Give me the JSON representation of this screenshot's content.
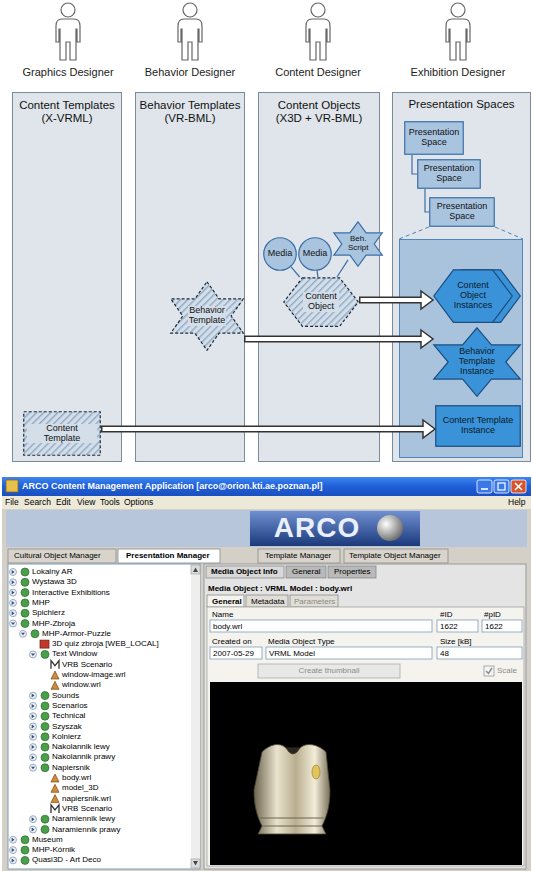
{
  "diagram": {
    "nodes": [
      {
        "text": [
          "Content Templates (X-VRML)"
        ]
      },
      {
        "text": [
          "Content Template"
        ],
        "in": 0
      },
      {
        "text": [
          "Behavior Templates (VR-BML)"
        ]
      },
      {
        "text": [
          "Behavior Template"
        ],
        "in": 2
      },
      {
        "text": [
          "Content Objects (X3D + VR-BML)"
        ]
      },
      {
        "text": [
          "Media"
        ],
        "in": 4
      },
      {
        "text": [
          "Media"
        ],
        "in": 4
      },
      {
        "text": [
          "Beh. Script"
        ],
        "in": 4
      },
      {
        "text": [
          "Content Object"
        ],
        "in": 4
      },
      {
        "text": [
          "Presentation Spaces"
        ]
      },
      {
        "text": [
          "Presentation Space"
        ],
        "in": 9
      },
      {
        "text": [
          "Presentation Space"
        ],
        "in": 9
      },
      {
        "text": [
          "Presentation Space"
        ],
        "in": 9
      },
      {
        "text": [
          "Content Object Instances"
        ],
        "in": 9
      },
      {
        "text": [
          "Behavior Template Instance"
        ],
        "in": 9
      },
      {
        "text": [
          "Content Template Instance"
        ],
        "in": 9
      }
    ],
    "edges": [
      {
        "from": 5,
        "to": 8,
        "arrow": "none"
      },
      {
        "from": 6,
        "to": 8,
        "arrow": "none"
      },
      {
        "from": 7,
        "to": 8,
        "arrow": "none"
      },
      {
        "from": 10,
        "to": 11,
        "arrow": "none"
      },
      {
        "from": 11,
        "to": 12,
        "arrow": "none"
      },
      {
        "from": 8,
        "to": 13,
        "arrow": "to"
      },
      {
        "from": 3,
        "to": 14,
        "arrow": "to"
      },
      {
        "from": 1,
        "to": 15,
        "arrow": "to"
      }
    ],
    "labels": [
      "Graphics Designer",
      "Behavior Designer",
      "Content Designer",
      "Exhibition Designer",
      "ARCO Content Management Application [arco@orion.kti.ae.poznan.pl]",
      "File",
      "Search",
      "Edit",
      "View",
      "Tools",
      "Options",
      "Help",
      "ARCO",
      "Cultural Object Manager",
      "Presentation Manager",
      "Template Manager",
      "Template Object Manager",
      "Lokalny AR",
      "Wystawa 3D",
      "Interactive Exhibitions",
      "MHP",
      "Spichlerz",
      "MHP-Zbroja",
      "MHP-Armor-Puzzle",
      "3D quiz zbroja [WEB_LOCAL]",
      "Text Window",
      "VRB Scenario",
      "window-image.wrl",
      "window.wrl",
      "Sounds",
      "Scenarios",
      "Technical",
      "Szyszak",
      "Kolnierz",
      "Nakolannik lewy",
      "Nakolannik prawy",
      "Napiersnik",
      "body.wrl",
      "model_3D",
      "napiersnik.wrl",
      "VRB Scenario",
      "Naramiennik lewy",
      "Naramiennik prawy",
      "Museum",
      "MHP-Kórnik",
      "Quasi3D - Art Deco",
      "Media Object Info",
      "General",
      "Properties",
      "Media Object : VRML Model : body.wrl",
      "General",
      "Metadata",
      "Parameters",
      "Name",
      "#ID",
      "#pID",
      "body.wrl",
      "1622",
      "1622",
      "Created on",
      "Media Object Type",
      "Size [kB]",
      "2007-05-29",
      "VRML Model",
      "48",
      "Create thumbnail",
      "Scale"
    ]
  }
}
